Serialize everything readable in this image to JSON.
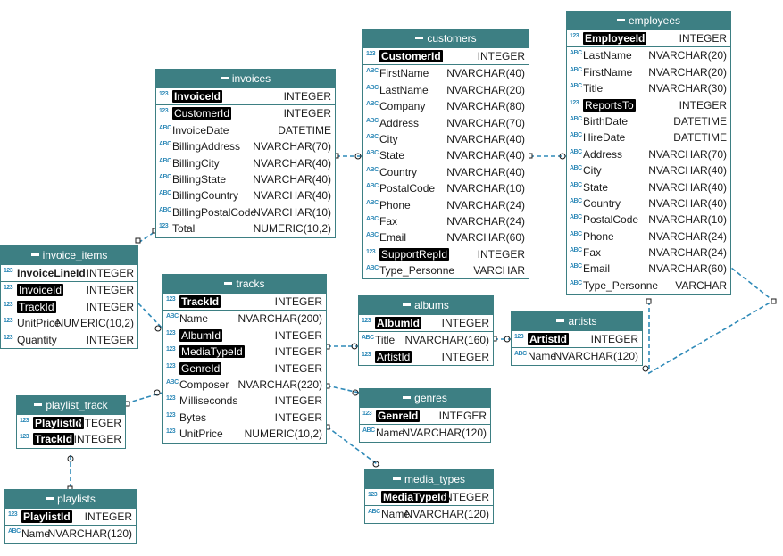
{
  "tables": {
    "invoices": {
      "title": "invoices",
      "pk": [
        {
          "name": "InvoiceId",
          "type": "INTEGER",
          "icon": "123",
          "key": true
        }
      ],
      "cols": [
        {
          "name": "CustomerId",
          "type": "INTEGER",
          "icon": "123",
          "key": true
        },
        {
          "name": "InvoiceDate",
          "type": "DATETIME",
          "icon": "ABC"
        },
        {
          "name": "BillingAddress",
          "type": "NVARCHAR(70)",
          "icon": "ABC"
        },
        {
          "name": "BillingCity",
          "type": "NVARCHAR(40)",
          "icon": "ABC"
        },
        {
          "name": "BillingState",
          "type": "NVARCHAR(40)",
          "icon": "ABC"
        },
        {
          "name": "BillingCountry",
          "type": "NVARCHAR(40)",
          "icon": "ABC"
        },
        {
          "name": "BillingPostalCode",
          "type": "NVARCHAR(10)",
          "icon": "ABC"
        },
        {
          "name": "Total",
          "type": "NUMERIC(10,2)",
          "icon": "123"
        }
      ]
    },
    "customers": {
      "title": "customers",
      "pk": [
        {
          "name": "CustomerId",
          "type": "INTEGER",
          "icon": "123",
          "key": true
        }
      ],
      "cols": [
        {
          "name": "FirstName",
          "type": "NVARCHAR(40)",
          "icon": "ABC"
        },
        {
          "name": "LastName",
          "type": "NVARCHAR(20)",
          "icon": "ABC"
        },
        {
          "name": "Company",
          "type": "NVARCHAR(80)",
          "icon": "ABC"
        },
        {
          "name": "Address",
          "type": "NVARCHAR(70)",
          "icon": "ABC"
        },
        {
          "name": "City",
          "type": "NVARCHAR(40)",
          "icon": "ABC"
        },
        {
          "name": "State",
          "type": "NVARCHAR(40)",
          "icon": "ABC"
        },
        {
          "name": "Country",
          "type": "NVARCHAR(40)",
          "icon": "ABC"
        },
        {
          "name": "PostalCode",
          "type": "NVARCHAR(10)",
          "icon": "ABC"
        },
        {
          "name": "Phone",
          "type": "NVARCHAR(24)",
          "icon": "ABC"
        },
        {
          "name": "Fax",
          "type": "NVARCHAR(24)",
          "icon": "ABC"
        },
        {
          "name": "Email",
          "type": "NVARCHAR(60)",
          "icon": "ABC"
        },
        {
          "name": "SupportRepId",
          "type": "INTEGER",
          "icon": "123",
          "key": true
        },
        {
          "name": "Type_Personne",
          "type": "VARCHAR",
          "icon": "ABC"
        }
      ]
    },
    "employees": {
      "title": "employees",
      "pk": [
        {
          "name": "EmployeeId",
          "type": "INTEGER",
          "icon": "123",
          "key": true
        }
      ],
      "cols": [
        {
          "name": "LastName",
          "type": "NVARCHAR(20)",
          "icon": "ABC"
        },
        {
          "name": "FirstName",
          "type": "NVARCHAR(20)",
          "icon": "ABC"
        },
        {
          "name": "Title",
          "type": "NVARCHAR(30)",
          "icon": "ABC"
        },
        {
          "name": "ReportsTo",
          "type": "INTEGER",
          "icon": "123",
          "key": true
        },
        {
          "name": "BirthDate",
          "type": "DATETIME",
          "icon": "ABC"
        },
        {
          "name": "HireDate",
          "type": "DATETIME",
          "icon": "ABC"
        },
        {
          "name": "Address",
          "type": "NVARCHAR(70)",
          "icon": "ABC"
        },
        {
          "name": "City",
          "type": "NVARCHAR(40)",
          "icon": "ABC"
        },
        {
          "name": "State",
          "type": "NVARCHAR(40)",
          "icon": "ABC"
        },
        {
          "name": "Country",
          "type": "NVARCHAR(40)",
          "icon": "ABC"
        },
        {
          "name": "PostalCode",
          "type": "NVARCHAR(10)",
          "icon": "ABC"
        },
        {
          "name": "Phone",
          "type": "NVARCHAR(24)",
          "icon": "ABC"
        },
        {
          "name": "Fax",
          "type": "NVARCHAR(24)",
          "icon": "ABC"
        },
        {
          "name": "Email",
          "type": "NVARCHAR(60)",
          "icon": "ABC"
        },
        {
          "name": "Type_Personne",
          "type": "VARCHAR",
          "icon": "ABC"
        }
      ]
    },
    "invoice_items": {
      "title": "invoice_items",
      "pk": [
        {
          "name": "InvoiceLineId",
          "type": "INTEGER",
          "icon": "123",
          "key": false,
          "bold": true
        }
      ],
      "cols": [
        {
          "name": "InvoiceId",
          "type": "INTEGER",
          "icon": "123",
          "key": true
        },
        {
          "name": "TrackId",
          "type": "INTEGER",
          "icon": "123",
          "key": true
        },
        {
          "name": "UnitPrice",
          "type": "NUMERIC(10,2)",
          "icon": "123"
        },
        {
          "name": "Quantity",
          "type": "INTEGER",
          "icon": "123"
        }
      ]
    },
    "tracks": {
      "title": "tracks",
      "pk": [
        {
          "name": "TrackId",
          "type": "INTEGER",
          "icon": "123",
          "key": true
        }
      ],
      "cols": [
        {
          "name": "Name",
          "type": "NVARCHAR(200)",
          "icon": "ABC"
        },
        {
          "name": "AlbumId",
          "type": "INTEGER",
          "icon": "123",
          "key": true
        },
        {
          "name": "MediaTypeId",
          "type": "INTEGER",
          "icon": "123",
          "key": true
        },
        {
          "name": "GenreId",
          "type": "INTEGER",
          "icon": "123",
          "key": true
        },
        {
          "name": "Composer",
          "type": "NVARCHAR(220)",
          "icon": "ABC"
        },
        {
          "name": "Milliseconds",
          "type": "INTEGER",
          "icon": "123"
        },
        {
          "name": "Bytes",
          "type": "INTEGER",
          "icon": "123"
        },
        {
          "name": "UnitPrice",
          "type": "NUMERIC(10,2)",
          "icon": "123"
        }
      ]
    },
    "albums": {
      "title": "albums",
      "pk": [
        {
          "name": "AlbumId",
          "type": "INTEGER",
          "icon": "123",
          "key": true
        }
      ],
      "cols": [
        {
          "name": "Title",
          "type": "NVARCHAR(160)",
          "icon": "ABC"
        },
        {
          "name": "ArtistId",
          "type": "INTEGER",
          "icon": "123",
          "key": true
        }
      ]
    },
    "artists": {
      "title": "artists",
      "pk": [
        {
          "name": "ArtistId",
          "type": "INTEGER",
          "icon": "123",
          "key": true
        }
      ],
      "cols": [
        {
          "name": "Name",
          "type": "NVARCHAR(120)",
          "icon": "ABC"
        }
      ]
    },
    "genres": {
      "title": "genres",
      "pk": [
        {
          "name": "GenreId",
          "type": "INTEGER",
          "icon": "123",
          "key": true
        }
      ],
      "cols": [
        {
          "name": "Name",
          "type": "NVARCHAR(120)",
          "icon": "ABC"
        }
      ]
    },
    "media_types": {
      "title": "media_types",
      "pk": [
        {
          "name": "MediaTypeId",
          "type": "INTEGER",
          "icon": "123",
          "key": true
        }
      ],
      "cols": [
        {
          "name": "Name",
          "type": "NVARCHAR(120)",
          "icon": "ABC"
        }
      ]
    },
    "playlist_track": {
      "title": "playlist_track",
      "pk": [
        {
          "name": "PlaylistId",
          "type": "INTEGER",
          "icon": "123",
          "key": true
        },
        {
          "name": "TrackId",
          "type": "INTEGER",
          "icon": "123",
          "key": true
        }
      ],
      "cols": []
    },
    "playlists": {
      "title": "playlists",
      "pk": [
        {
          "name": "PlaylistId",
          "type": "INTEGER",
          "icon": "123",
          "key": true
        }
      ],
      "cols": [
        {
          "name": "Name",
          "type": "NVARCHAR(120)",
          "icon": "ABC"
        }
      ]
    }
  },
  "colors": {
    "header": "#3d7f83",
    "connector": "#2f8ab8",
    "key_bg": "#000000"
  }
}
